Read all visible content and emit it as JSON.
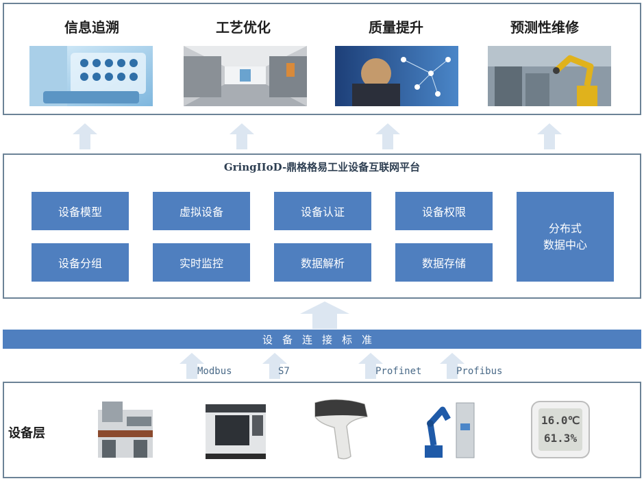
{
  "applications": [
    {
      "title": "信息追溯",
      "image": "medical-tablet-image"
    },
    {
      "title": "工艺优化",
      "image": "factory-corridor-image"
    },
    {
      "title": "质量提升",
      "image": "business-network-image"
    },
    {
      "title": "预测性维修",
      "image": "robot-arm-factory-image"
    }
  ],
  "platform": {
    "title": "GringIIoD-鼎格格易工业设备互联网平台",
    "modules": [
      "设备模型",
      "虚拟设备",
      "设备认证",
      "设备权限",
      "设备分组",
      "实时监控",
      "数据解析",
      "数据存储"
    ],
    "data_center": [
      "分布式",
      "数据中心"
    ]
  },
  "bus": {
    "label": "设备连接标准"
  },
  "protocols": [
    "Modbus",
    "S7",
    "Profinet",
    "Profibus"
  ],
  "device_layer": {
    "label": "设备层",
    "thermometer_reading": [
      "16.0℃",
      "61.3%"
    ]
  },
  "colors": {
    "module_fill": "#4f7fbf",
    "border": "#6b8296",
    "arrow": "#dce6f1"
  }
}
